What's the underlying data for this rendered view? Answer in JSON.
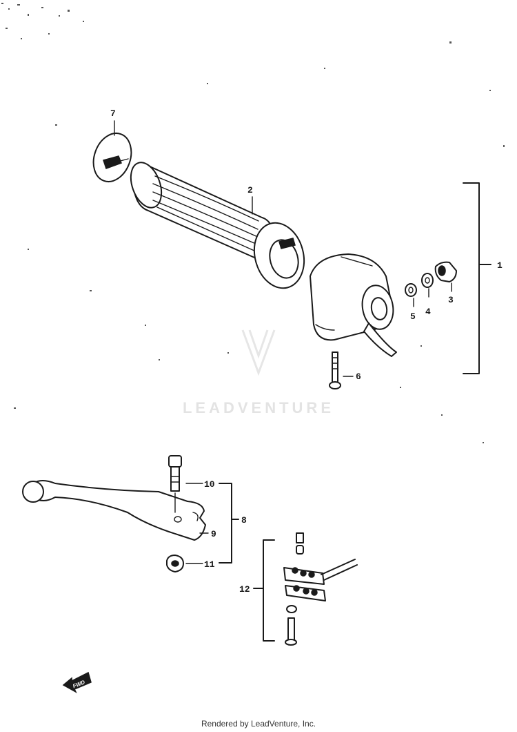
{
  "diagram": {
    "callouts": {
      "c1": "1",
      "c2": "2",
      "c3": "3",
      "c4": "4",
      "c5": "5",
      "c6": "6",
      "c7": "7",
      "c8": "8",
      "c9": "9",
      "c10": "10",
      "c11": "11",
      "c12": "12"
    },
    "fwd_label": "FWD",
    "watermark": "LEADVENTURE"
  },
  "footer": {
    "credit": "Rendered by LeadVenture, Inc."
  }
}
